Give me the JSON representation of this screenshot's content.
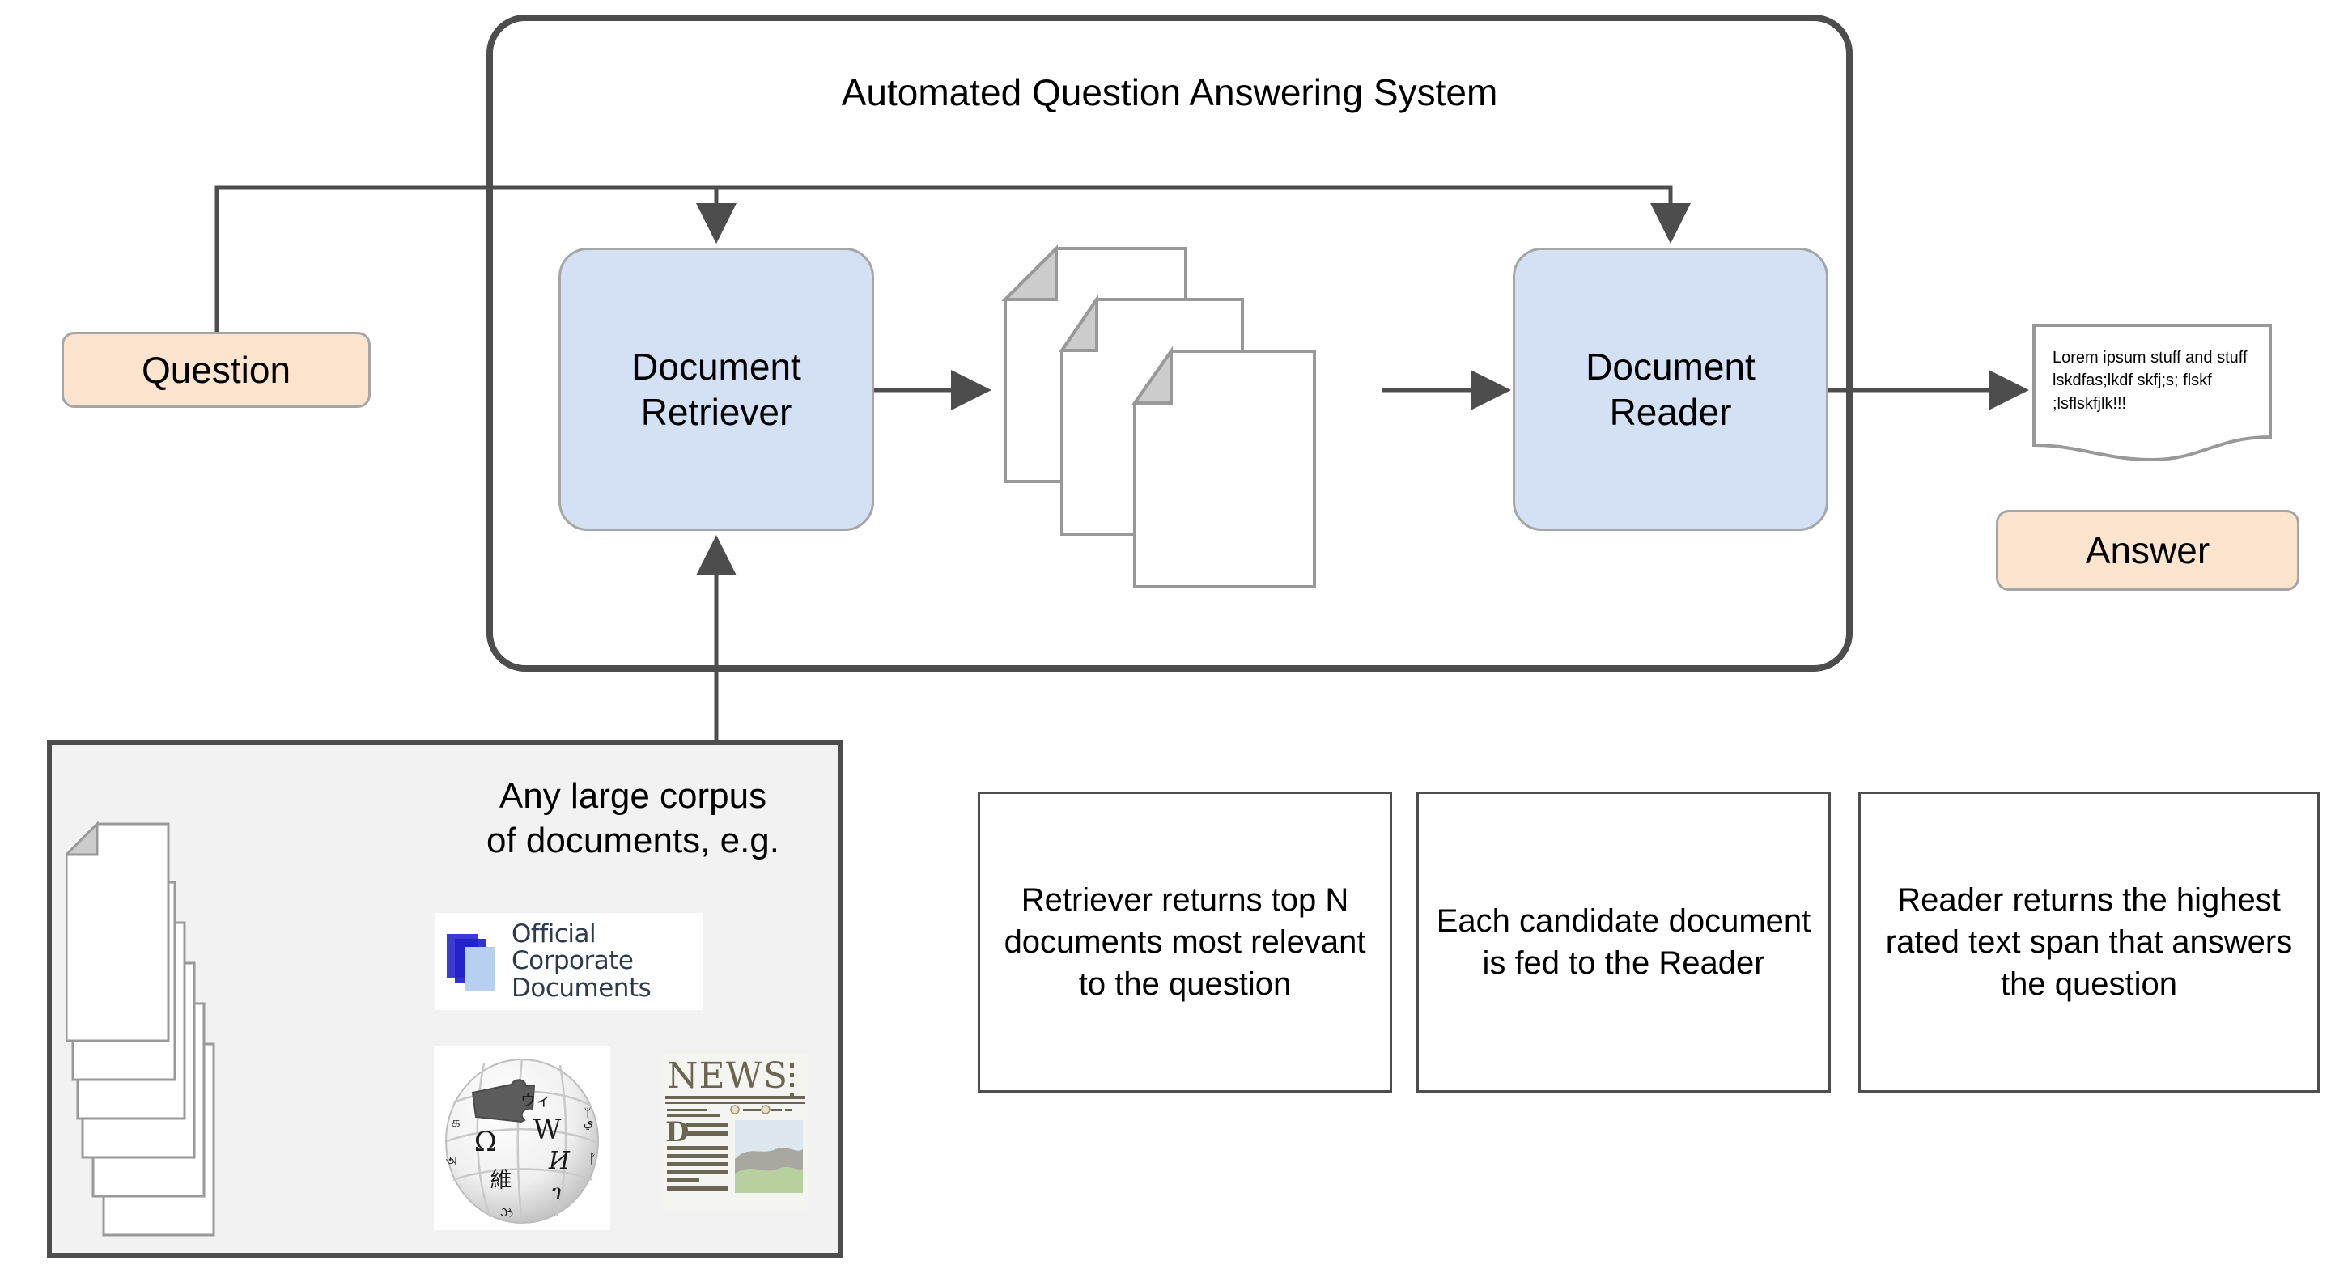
{
  "system": {
    "title": "Automated Question Answering System"
  },
  "nodes": {
    "question": "Question",
    "document_retriever": "Document\nRetriever",
    "document_reader": "Document\nReader",
    "answer": "Answer",
    "answer_document_text": "Lorem ipsum stuff and stuff lskdfas;lkdf skfj;s; flskf ;lsflskfjlk!!!"
  },
  "corpus": {
    "label": "Any large corpus\nof documents, e.g.",
    "sources": [
      {
        "name": "official-corporate-documents",
        "line1": "Official",
        "line2": "Corporate",
        "line3": "Documents"
      },
      {
        "name": "wikipedia",
        "glyphs": [
          "ウィ",
          "W",
          "Ω",
          "И",
          "維",
          "ገ",
          "உ",
          "ב"
        ]
      },
      {
        "name": "news",
        "title": "NEWS",
        "dropcap": "D"
      }
    ]
  },
  "captions": [
    {
      "name": "retriever-caption",
      "text": "Retriever returns top N documents most relevant to the question"
    },
    {
      "name": "candidate-caption",
      "text": "Each candidate document is fed to the Reader"
    },
    {
      "name": "reader-caption",
      "text": "Reader returns the highest rated text span that answers the question"
    }
  ],
  "colors": {
    "frame_stroke": "#4d4d4d",
    "process_fill": "#d4e1f5",
    "process_stroke": "#a6a6a6",
    "pill_fill": "#fce4ce",
    "pill_stroke": "#a6a6a6",
    "corpus_fill": "#f2f2f2",
    "connector": "#4d4d4d",
    "page_stroke": "#999999",
    "page_fold": "#cccccc"
  }
}
